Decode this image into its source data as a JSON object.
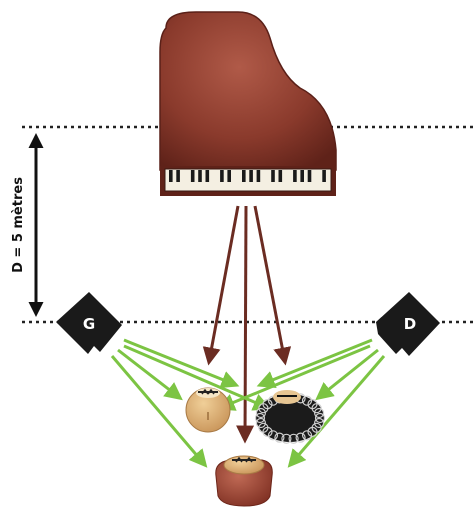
{
  "distance_label": "D = 5 mètres",
  "speakers": {
    "left_label": "G",
    "right_label": "D"
  },
  "colors": {
    "piano_body": "#8a3a2c",
    "piano_dark": "#5a2018",
    "arrow_brown": "#6b2c22",
    "arrow_green": "#7cc443",
    "speaker": "#1a1a1a",
    "dotted_line": "#222222",
    "skin": "#d9b07a",
    "shirt": "#9c4434"
  },
  "icons": [
    "grand-piano-icon",
    "speaker-icon",
    "listener-head-icon",
    "double-arrow-icon"
  ]
}
